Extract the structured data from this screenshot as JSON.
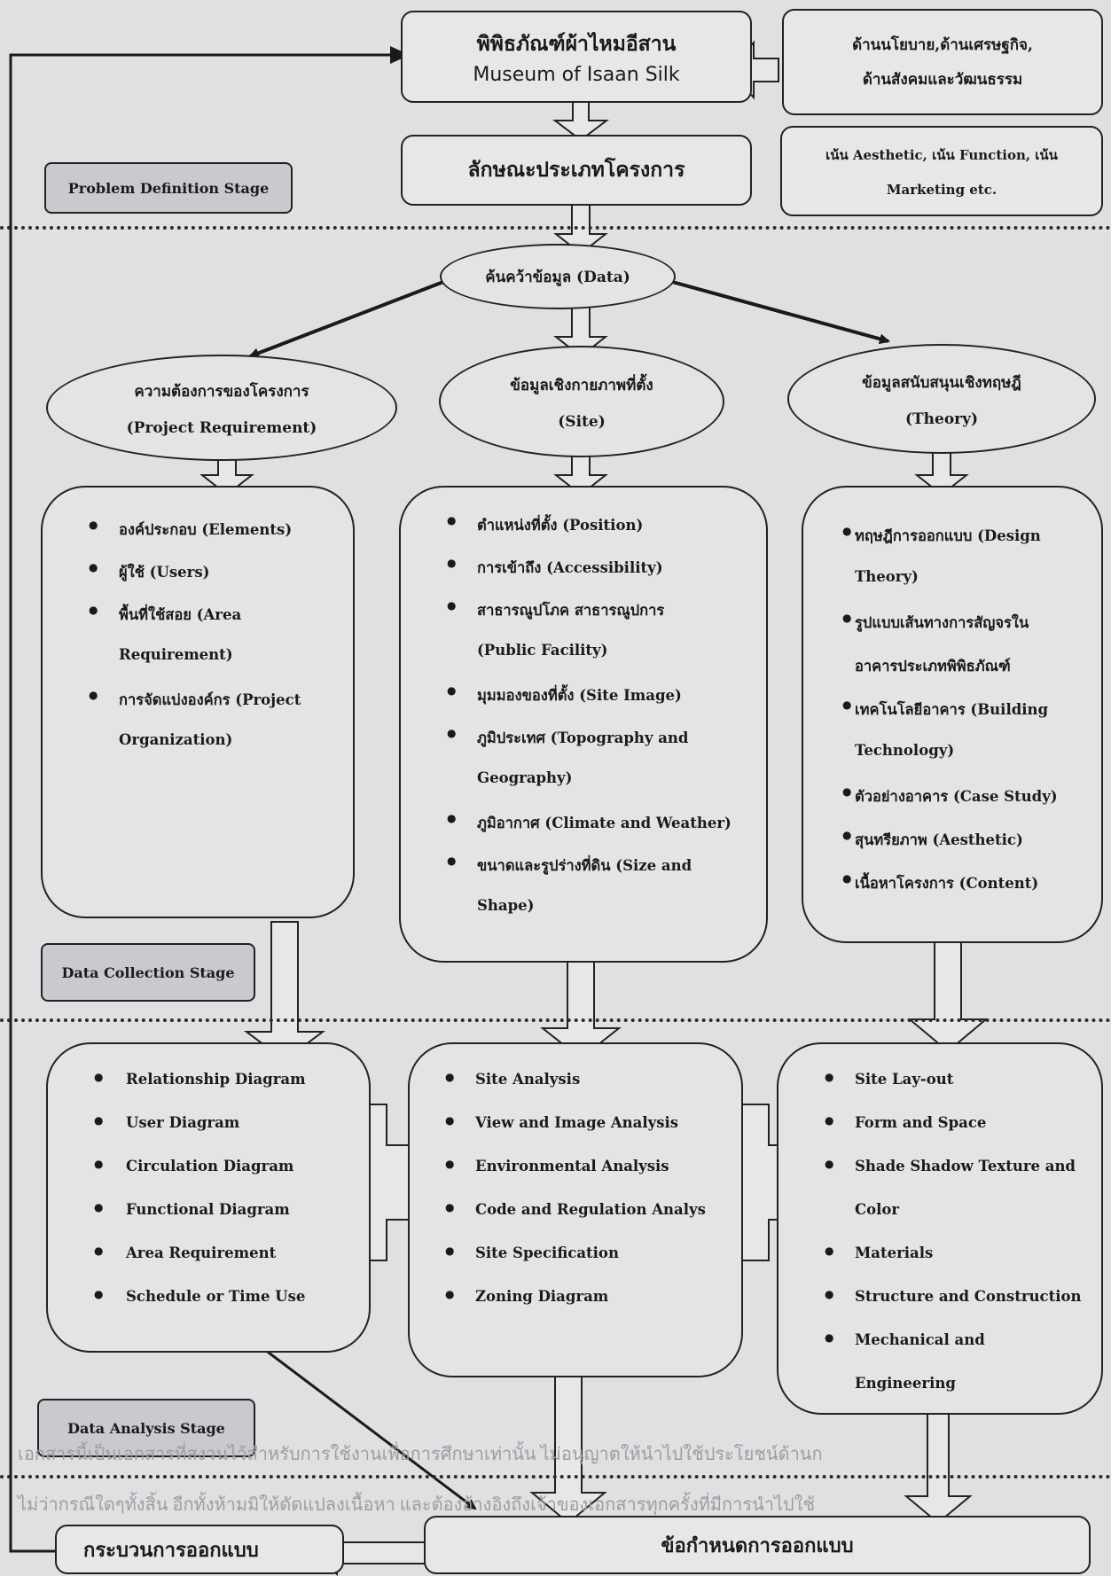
{
  "museum": {
    "title_th": "พิพิธภัณฑ์ผ้าไหมอีสาน",
    "title_en": "Museum of Isaan Silk"
  },
  "policy": {
    "line1": "ด้านนโยบาย,ด้านเศรษฐกิจ,",
    "line2": "ด้านสังคมและวัฒนธรรม"
  },
  "project_type": "ลักษณะประเภทโครงการ",
  "focus": {
    "line1": "เน้น Aesthetic, เน้น Function, เน้น",
    "line2": "Marketing etc."
  },
  "stages": {
    "problem": "Problem Definition Stage",
    "collection": "Data Collection Stage",
    "analysis": "Data Analysis Stage"
  },
  "research": "ค้นคว้าข้อมูล (Data)",
  "requirement": {
    "line1": "ความต้องการของโครงการ",
    "line2": "(Project Requirement)"
  },
  "site": {
    "line1": "ข้อมูลเชิงกายภาพที่ตั้ง",
    "line2": "(Site)"
  },
  "theory": {
    "line1": "ข้อมูลสนับสนุนเชิงทฤษฎี",
    "line2": "(Theory)"
  },
  "req_items": [
    "องค์ประกอบ (Elements)",
    "ผู้ใช้ (Users)",
    "พื้นที่ใช้สอย (Area",
    "Requirement)",
    "การจัดแบ่งองค์กร (Project",
    "Organization)"
  ],
  "site_items": [
    "ตำแหน่งที่ตั้ง (Position)",
    "การเข้าถึง (Accessibility)",
    "สาธารณูปโภค สาธารณูปการ",
    "(Public Facility)",
    "มุมมองของที่ตั้ง (Site Image)",
    "ภูมิประเทศ (Topography and",
    "Geography)",
    "ภูมิอากาศ (Climate and Weather)",
    "ขนาดและรูปร่างที่ดิน (Size and",
    "Shape)"
  ],
  "theory_items": [
    "ทฤษฎีการออกแบบ (Design",
    "Theory)",
    "รูปแบบเส้นทางการสัญจรใน",
    "อาคารประเภทพิพิธภัณฑ์",
    "เทคโนโลยีอาคาร   (Building",
    "Technology)",
    "ตัวอย่างอาคาร (Case Study)",
    "สุนทรียภาพ (Aesthetic)",
    "เนื้อหาโครงการ (Content)"
  ],
  "analysis_left": [
    "Relationship Diagram",
    "User Diagram",
    "Circulation Diagram",
    "Functional Diagram",
    "Area Requirement",
    "Schedule or Time Use"
  ],
  "analysis_mid": [
    "Site Analysis",
    "View and Image Analysis",
    "Environmental Analysis",
    "Code and Regulation Analys",
    "Site Specification",
    "Zoning Diagram"
  ],
  "analysis_right": [
    "Site Lay-out",
    "Form and Space",
    "Shade Shadow Texture and",
    "Color",
    "Materials",
    "Structure and Construction",
    "Mechanical and",
    "Engineering"
  ],
  "process": "กระบวนการออกแบบ",
  "spec": "ข้อกำหนดการออกแบบ",
  "watermark": {
    "line1": "เอกสารนี้เป็นเอกสารที่สงวนไว้สำหรับการใช้งานเพื่อการศึกษาเท่านั้น ไม่อนุญาตให้นำไปใช้ประโยชน์ด้านก",
    "line2": "ไม่ว่ากรณีใดๆทั้งสิ้น อีกทั้งห้ามมิให้ดัดแปลงเนื้อหา และต้องอ้างอิงถึงเจ้าของเอกสารทุกครั้งที่มีการนำไปใช้"
  }
}
